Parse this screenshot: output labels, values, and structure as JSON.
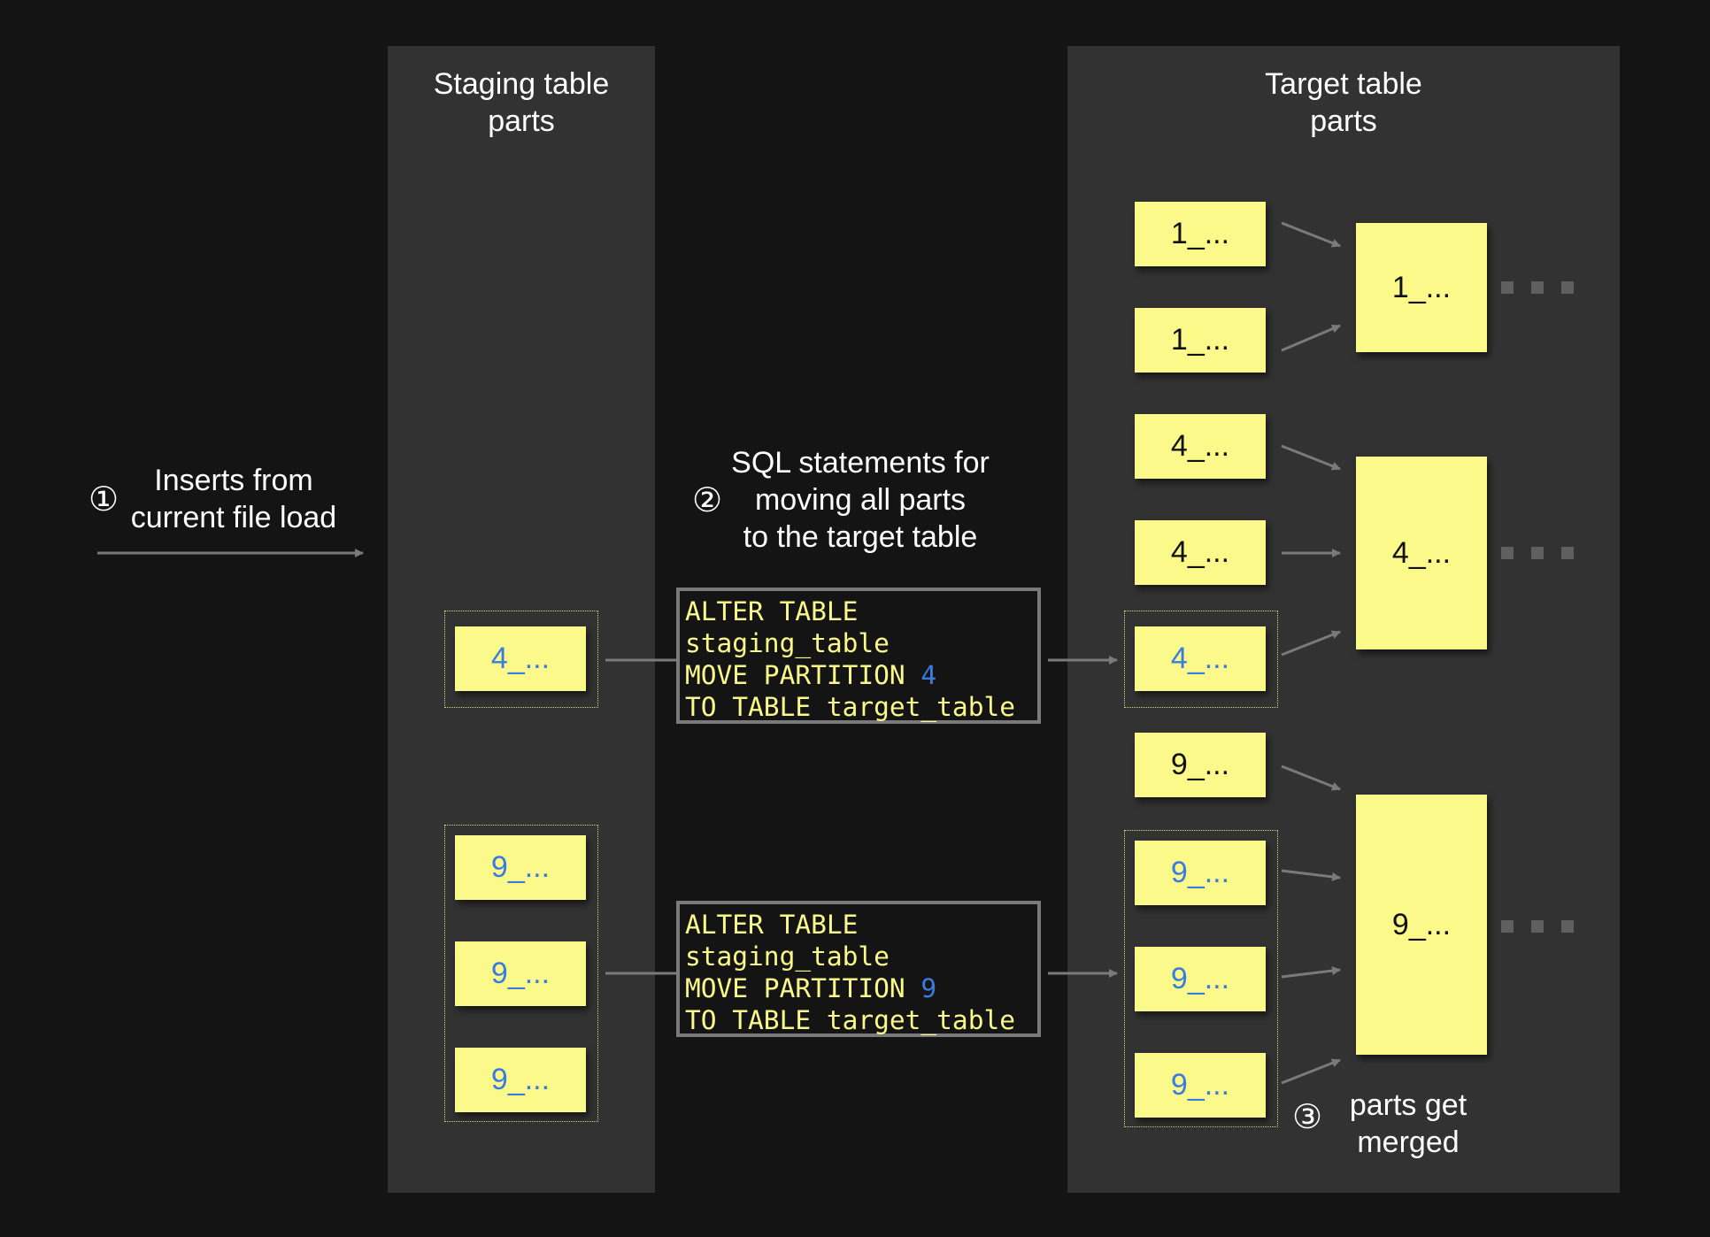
{
  "staging": {
    "title": "Staging table\nparts"
  },
  "target": {
    "title": "Target table\nparts"
  },
  "step1": {
    "marker": "①",
    "label": "Inserts from\ncurrent file load"
  },
  "step2": {
    "marker": "②",
    "label": "SQL statements for\nmoving all parts\nto the target table"
  },
  "step3": {
    "marker": "③",
    "label": "parts get\nmerged"
  },
  "staging_parts": [
    "4_...",
    "9_...",
    "9_...",
    "9_..."
  ],
  "target_parts": [
    "1_...",
    "1_...",
    "4_...",
    "4_...",
    "4_...",
    "9_...",
    "9_...",
    "9_...",
    "9_..."
  ],
  "merged_parts": [
    "1_...",
    "4_...",
    "9_..."
  ],
  "sql1": {
    "line1": "ALTER TABLE",
    "line2": "staging_table",
    "line3_prefix": "MOVE PARTITION ",
    "partition": "4",
    "line4": "TO TABLE target_table"
  },
  "sql2": {
    "line1": "ALTER TABLE",
    "line2": "staging_table",
    "line3_prefix": "MOVE PARTITION ",
    "partition": "9",
    "line4": "TO TABLE target_table"
  },
  "colors": {
    "background": "#141414",
    "panel": "#323232",
    "part": "#fbf98a",
    "moved_part_text": "#3a7be0",
    "arrow": "#7a7a7a"
  }
}
